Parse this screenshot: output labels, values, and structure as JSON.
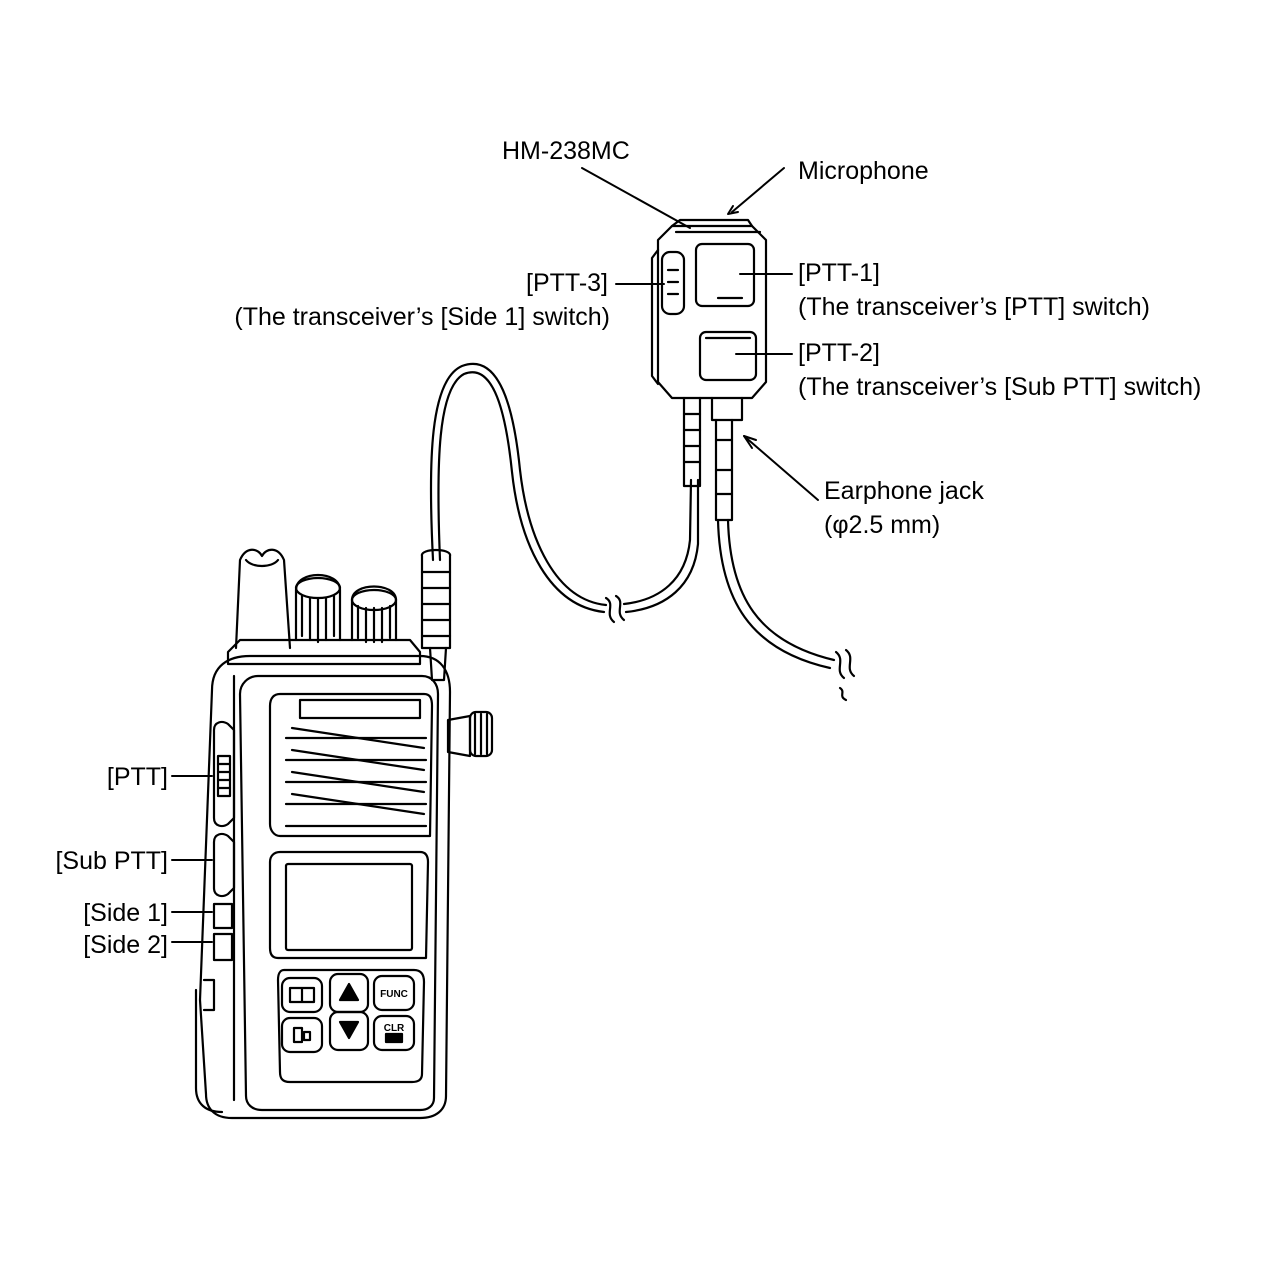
{
  "labels": {
    "model": "HM-238MC",
    "microphone": "Microphone",
    "ptt3": "[PTT-3]",
    "ptt3_desc": "(The transceiver’s [Side 1] switch)",
    "ptt1": "[PTT-1]",
    "ptt1_desc": "(The transceiver’s [PTT] switch)",
    "ptt2": "[PTT-2]",
    "ptt2_desc": "(The transceiver’s [Sub PTT] switch)",
    "earphone_jack": "Earphone jack",
    "earphone_size": "(φ2.5 mm)",
    "radio_ptt": "[PTT]",
    "radio_sub_ptt": "[Sub PTT]",
    "radio_side1": "[Side 1]",
    "radio_side2": "[Side 2]"
  },
  "keys": {
    "func": "FUNC",
    "clr": "CLR"
  },
  "colors": {
    "line": "#000000",
    "background": "#ffffff",
    "screen": "#ffffff"
  }
}
